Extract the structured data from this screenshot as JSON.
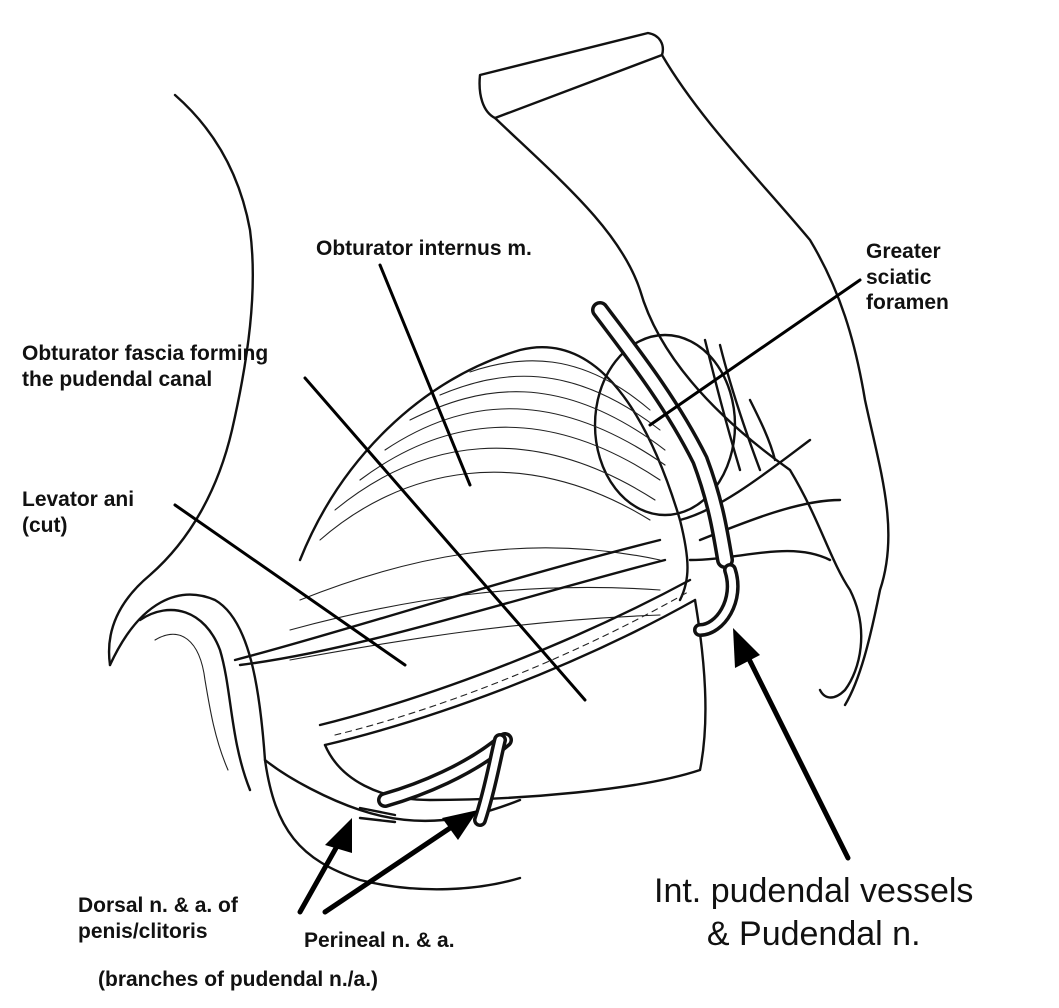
{
  "labels": {
    "obturator_internus": "Obturator internus m.",
    "greater_sciatic": "Greater\nsciatic\nforamen",
    "obturator_fascia": "Obturator fascia forming\nthe pudendal canal",
    "levator_ani": "Levator ani\n(cut)",
    "dorsal": "Dorsal n. & a. of\npenis/clitoris",
    "perineal": "Perineal n. & a.",
    "branches": "(branches of pudendal n./a.)",
    "int_pudendal": "Int. pudendal vessels\n& Pudendal n."
  },
  "colors": {
    "ink": "#111111",
    "background": "#ffffff"
  }
}
